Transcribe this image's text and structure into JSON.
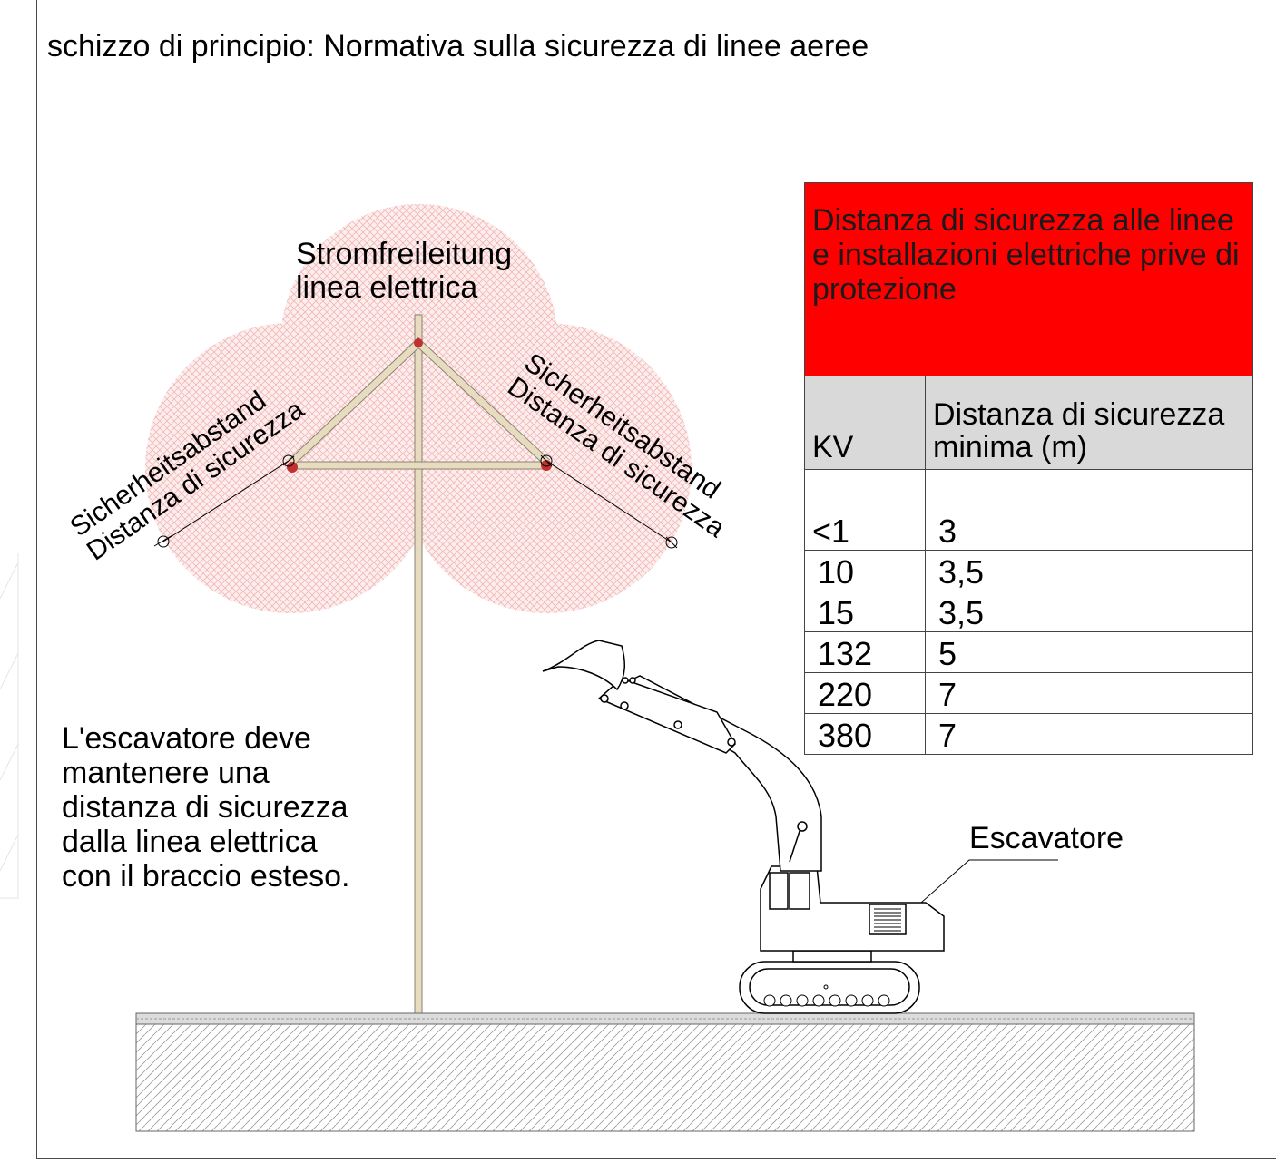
{
  "title": "schizzo di principio: Normativa sulla sicurezza di linee aeree",
  "power_line_label": {
    "line1": "Stromfreileitung",
    "line2": "linea elettrica"
  },
  "left_distance_label": {
    "line1": "Sicherheitsabstand",
    "line2": "Distanza di sicurezza"
  },
  "right_distance_label": {
    "line1": "Sicherheitsabstand",
    "line2": "Distanza di sicurezza"
  },
  "note": "L'escavatore deve\nmantenere una\ndistanza di sicurezza\ndalla linea elettrica\ncon il braccio esteso.",
  "excavator_label": "Escavatore",
  "table": {
    "title": "Distanza di sicurezza alle linee e installazioni elettriche prive di protezione",
    "col_kv": "KV",
    "col_distance": "Distanza di sicurezza minima (m)",
    "rows": [
      {
        "kv": "<1",
        "distance": "3"
      },
      {
        "kv": "10",
        "distance": "3,5"
      },
      {
        "kv": "15",
        "distance": "3,5"
      },
      {
        "kv": "132",
        "distance": "5"
      },
      {
        "kv": "220",
        "distance": "7"
      },
      {
        "kv": "380",
        "distance": "7"
      }
    ]
  },
  "colors": {
    "header_red": "#ff0000",
    "header_grey": "#d9d9d9",
    "zone_hatch": "#f4b7b7",
    "pole": "#e8dcc0"
  }
}
